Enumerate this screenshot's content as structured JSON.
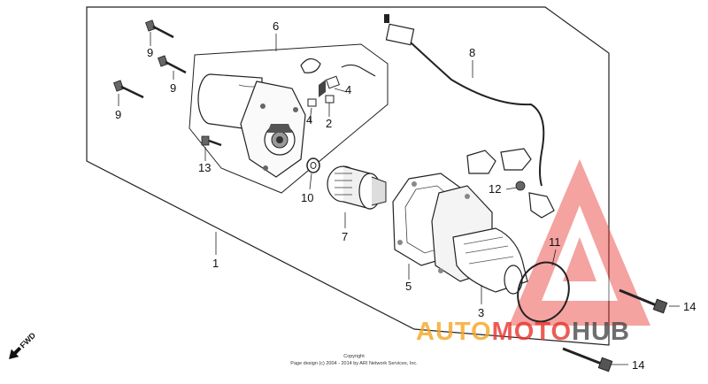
{
  "callouts": {
    "c1": "1",
    "c2": "2",
    "c3": "3",
    "c4a": "4",
    "c4b": "4",
    "c5": "5",
    "c6": "6",
    "c7": "7",
    "c8": "8",
    "c9a": "9",
    "c9b": "9",
    "c9c": "9",
    "c10": "10",
    "c11": "11",
    "c12": "12",
    "c13": "13",
    "c14a": "14",
    "c14b": "14"
  },
  "fwd_label": "FWD",
  "copyright_line1": "Copyright",
  "copyright_line2": "Page design (c) 2004 - 2014 by ARI Network Services, Inc.",
  "watermark": {
    "part1": "AUTO",
    "part2": "MOTO",
    "part3": "HUB",
    "color_orange": "#f5a623",
    "color_red": "#e8342e",
    "color_dark": "#4a4a4a"
  }
}
